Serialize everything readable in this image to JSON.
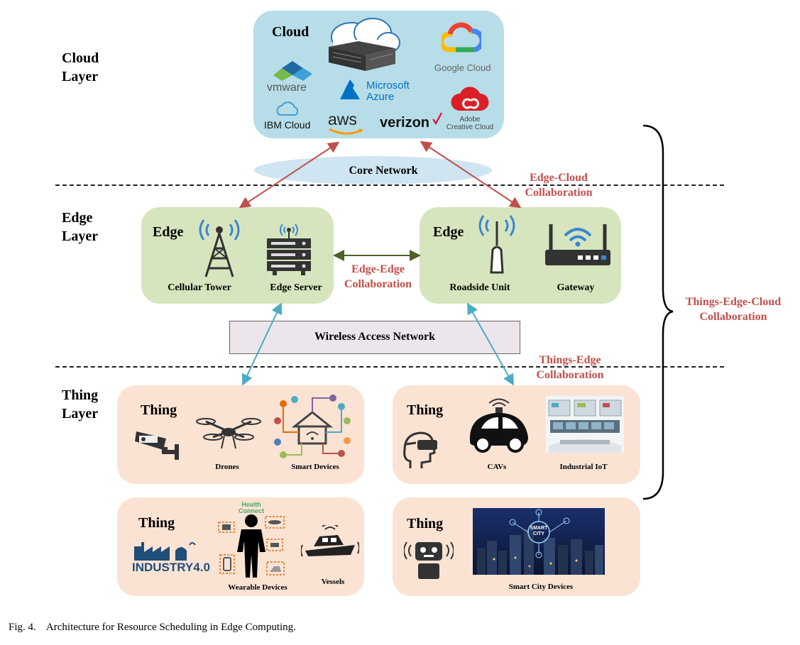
{
  "layers": {
    "cloud": "Cloud\nLayer",
    "edge": "Edge\nLayer",
    "thing": "Thing\nLayer"
  },
  "cloud_box": {
    "title": "Cloud",
    "logos": {
      "vmware": "vmware",
      "ibm": "IBM Cloud",
      "aws": "aws",
      "azure": "Microsoft\nAzure",
      "verizon": "verizon",
      "google": "Google Cloud",
      "adobe": "Adobe\nCreative Cloud"
    }
  },
  "networks": {
    "core": "Core Network",
    "wireless": "Wireless Access Network"
  },
  "collaborations": {
    "edge_cloud": "Edge-Cloud\nCollaboration",
    "edge_edge": "Edge-Edge\nCollaboration",
    "things_edge": "Things-Edge\nCollaboration",
    "things_edge_cloud": "Things-Edge-Cloud\nCollaboration"
  },
  "edge_boxes": [
    {
      "title": "Edge",
      "items": [
        "Cellular Tower",
        "Edge Server"
      ]
    },
    {
      "title": "Edge",
      "items": [
        "Roadside Unit",
        "Gateway"
      ]
    }
  ],
  "thing_boxes": [
    {
      "title": "Thing",
      "items": [
        "Drones",
        "Smart Devices"
      ]
    },
    {
      "title": "Thing",
      "items": [
        "CAVs",
        "Industrial IoT"
      ]
    },
    {
      "title": "Thing",
      "items": [
        "Wearable Devices",
        "Vessels"
      ],
      "badges": [
        "INDUSTRY4.0",
        "Health\nConnect"
      ]
    },
    {
      "title": "Thing",
      "items": [
        "Smart City Devices"
      ],
      "badges": [
        "SMART\nCITY"
      ]
    }
  ],
  "caption": "Fig. 4.    Architecture for Resource Scheduling in Edge Computing.",
  "colors": {
    "cloud_box": "#b7dde8",
    "edge_box": "#d6e5bd",
    "thing_box": "#fbe3d3",
    "red_arrow": "#c0504d",
    "green_arrow": "#4f6228",
    "blue_arrow": "#4bacc6",
    "collab_text": "#c0504d"
  }
}
